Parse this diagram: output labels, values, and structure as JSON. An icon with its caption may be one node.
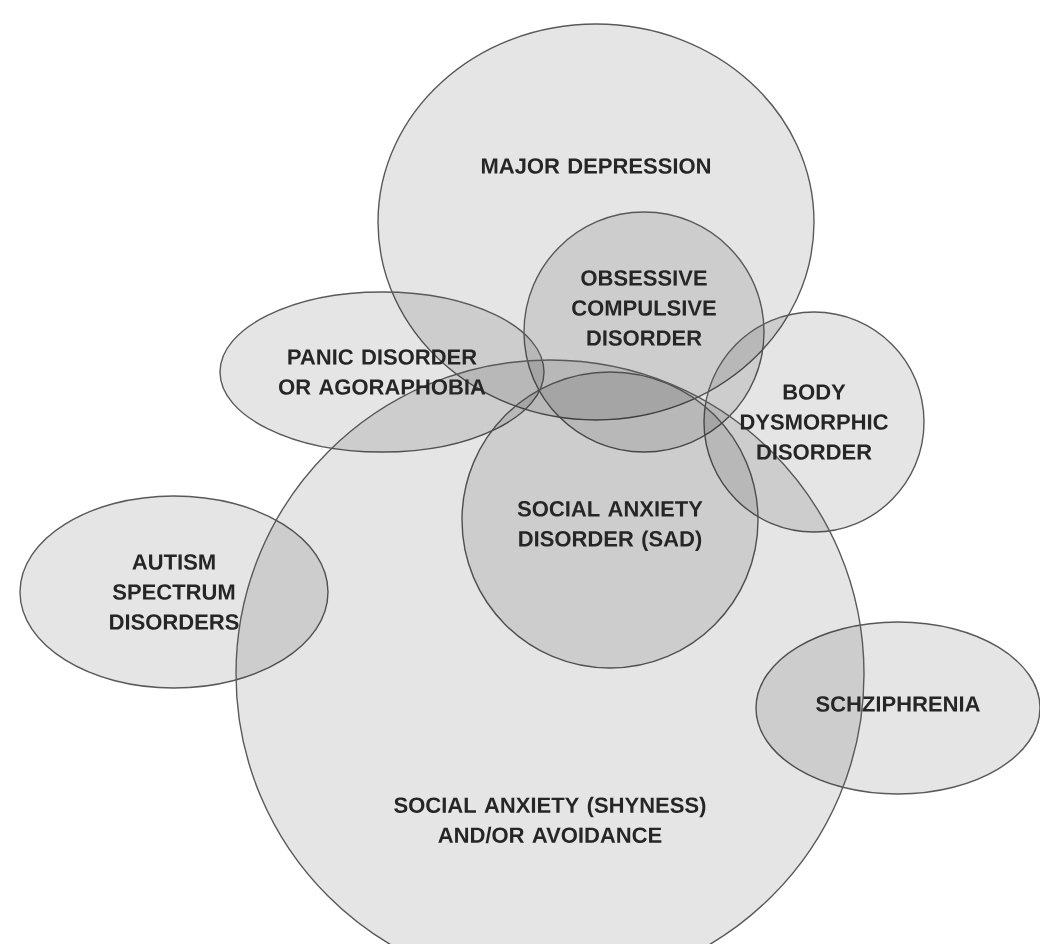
{
  "diagram": {
    "nodes": [
      {
        "text": [
          "MAJOR DEPRESSION"
        ]
      },
      {
        "text": [
          "OBSESSIVE COMPULSIVE DISORDER"
        ]
      },
      {
        "text": [
          "PANIC DISORDER OR AGORAPHOBIA"
        ]
      },
      {
        "text": [
          "BODY DYSMORPHIC DISORDER"
        ]
      },
      {
        "text": [
          "SOCIAL ANXIETY DISORDER (SAD)"
        ],
        "in": 7
      },
      {
        "text": [
          "AUTISM SPECTRUM DISORDERS"
        ]
      },
      {
        "text": [
          "SCHZIPHRENIA"
        ]
      },
      {
        "text": [
          "SOCIAL ANXIETY (SHYNESS) AND/OR AVOIDANCE"
        ]
      }
    ]
  }
}
